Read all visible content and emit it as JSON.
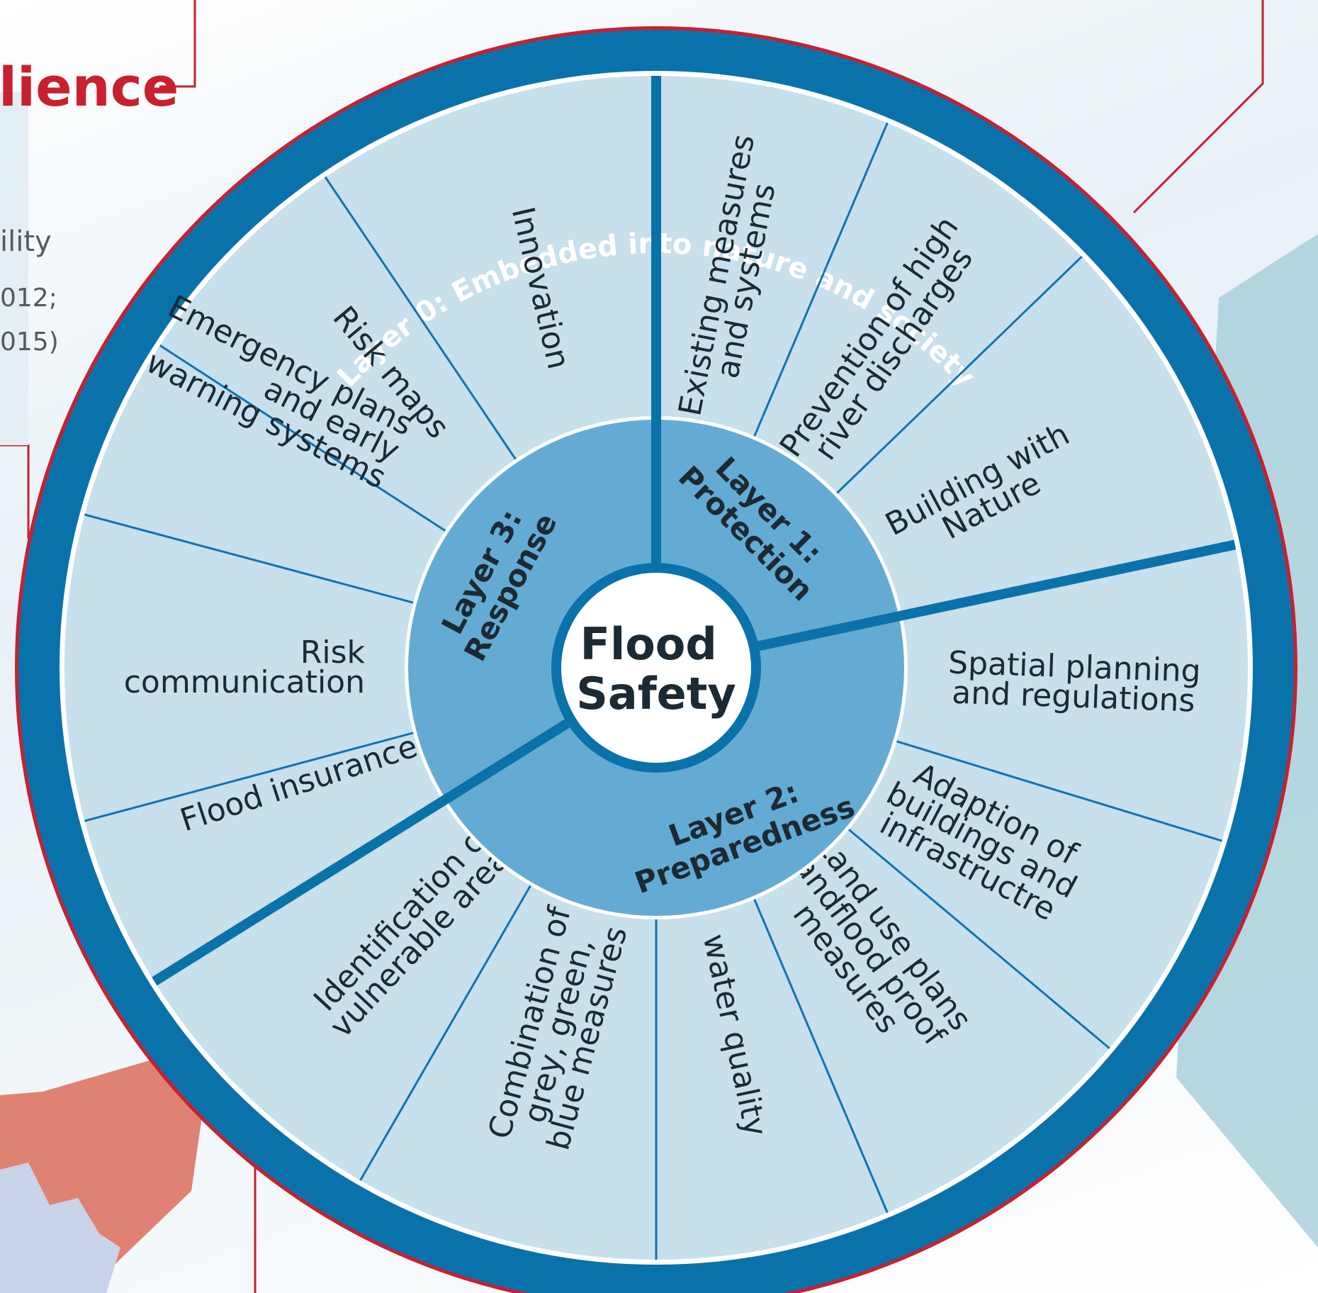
{
  "background": {
    "title_fragment": "lience",
    "text_fragments": [
      "ility",
      "012;",
      "015)"
    ],
    "colors": {
      "accent_red": "#c8202f",
      "map_red": "#e08273",
      "map_blue": "#c9d3ea",
      "teal": "#9fcbd7"
    }
  },
  "diagram": {
    "center": "Flood Safety",
    "ring_label": "Layer 0: Embedded into nature and society",
    "layers": [
      {
        "name": "Layer 1: Protection"
      },
      {
        "name": "Layer 2: Preparedness"
      },
      {
        "name": "Layer 3: Response"
      }
    ],
    "segments": [
      {
        "label": "Existing measures and systems",
        "layer": 1
      },
      {
        "label": "Prevention of high river discharges",
        "layer": 1
      },
      {
        "label": "Building with Nature",
        "layer": 1
      },
      {
        "label": "Spatial planning and regulations",
        "layer": 2
      },
      {
        "label": "Adaption of buildings and infrastructre",
        "layer": 2
      },
      {
        "label": "Land use plans andflood proof measures",
        "layer": 2
      },
      {
        "label": "water quality",
        "layer": 2
      },
      {
        "label": "Combination of grey, green, blue measures",
        "layer": 2
      },
      {
        "label": "Identification of vulnerable areas",
        "layer": 2
      },
      {
        "label": "Flood insurance",
        "layer": 3
      },
      {
        "label": "Risk communication",
        "layer": 3
      },
      {
        "label": "Emergency plans and early warning systems",
        "layer": 3
      },
      {
        "label": "Risk maps",
        "layer": 3
      },
      {
        "label": "Innovation",
        "layer": 3
      }
    ],
    "colors": {
      "ring": "#0a72aa",
      "segment_fill": "#c8dfec",
      "hub_fill": "#64abd3",
      "divider": "#1474ad",
      "text": "#1b2a33",
      "ring_text": "#ffffff"
    }
  }
}
